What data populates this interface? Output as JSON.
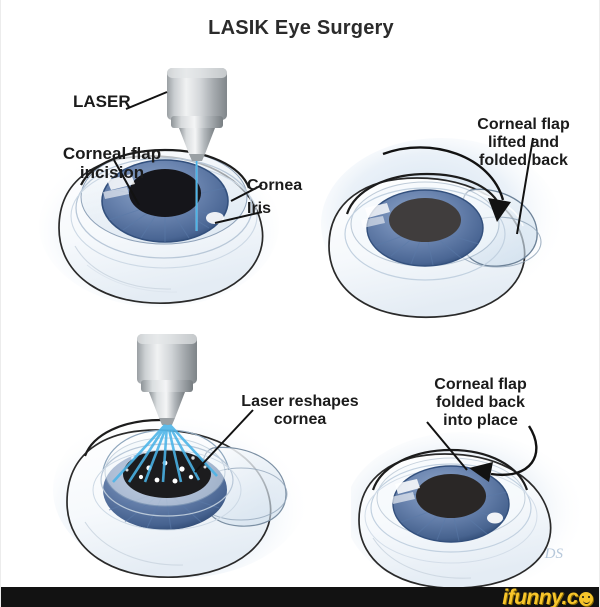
{
  "title": "LASIK Eye Surgery",
  "panels": [
    {
      "id": "panel-incision",
      "labels": {
        "laser": "LASER",
        "flap_incision": "Corneal flap\nincision",
        "cornea": "Cornea",
        "iris": "Iris"
      }
    },
    {
      "id": "panel-flap-lifted",
      "labels": {
        "flap_lifted": "Corneal flap\nlifted and\nfolded back"
      }
    },
    {
      "id": "panel-reshape",
      "labels": {
        "laser_reshapes": "Laser reshapes\ncornea"
      }
    },
    {
      "id": "panel-flap-replaced",
      "labels": {
        "flap_replaced": "Corneal flap\nfolded back\ninto place"
      }
    }
  ],
  "watermark": {
    "text": "ifunny.c",
    "smiley_icon": "smiley-face-icon"
  },
  "artist_signature": "DS",
  "colors": {
    "page_background": "#ffffff",
    "title_text": "#2b2b2b",
    "label_text": "#1b1b1b",
    "iris_blue": "#6b85b0",
    "iris_dark_rim": "#3f5a86",
    "pupil": "#15151a",
    "sclera": "#fbfcfd",
    "cornea_outline": "#1c1c1c",
    "laser_beam": "#4ab4e8",
    "device_metal_light": "#e8e9eb",
    "device_metal_dark": "#8d9296",
    "halo_blue": "#dbe6f2",
    "footer_bar": "#121212",
    "watermark_yellow": "#f7c52b"
  },
  "icons": {
    "laser_device": "laser-device-icon",
    "curved_arrow": "curved-arrow-icon",
    "leader_line": "leader-line-icon"
  }
}
